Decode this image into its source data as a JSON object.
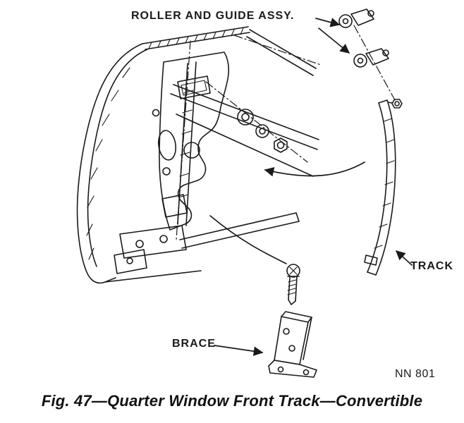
{
  "figure": {
    "caption": "Fig. 47—Quarter Window Front Track—Convertible",
    "ref_number": "NN 801",
    "labels": {
      "roller_guide": "ROLLER AND GUIDE ASSY.",
      "track": "TRACK",
      "brace": "BRACE"
    }
  },
  "colors": {
    "ink": "#1a1a1a",
    "background": "#ffffff"
  }
}
